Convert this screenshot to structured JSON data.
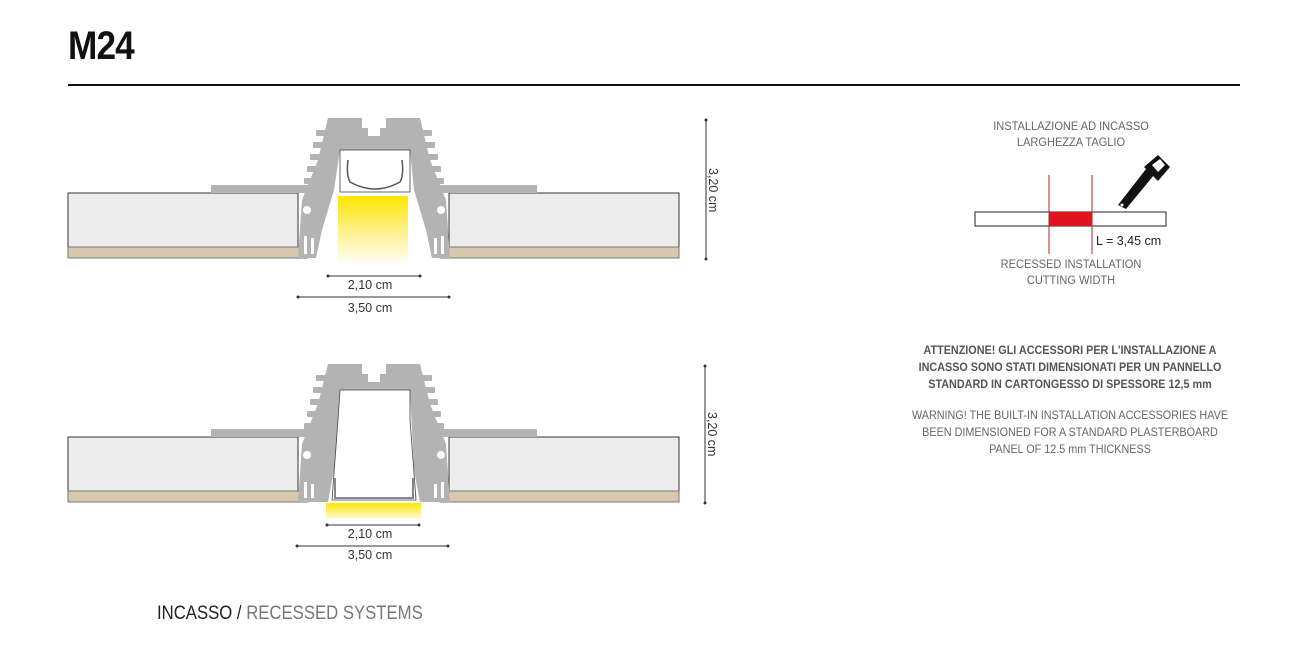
{
  "header": {
    "title": "M24"
  },
  "diagrams": [
    {
      "id": "profile-top",
      "inner_width": "2,10 cm",
      "outer_width": "3,50 cm",
      "height": "3,20 cm"
    },
    {
      "id": "profile-bottom",
      "inner_width": "2,10 cm",
      "outer_width": "3,50 cm",
      "height": "3,20 cm"
    }
  ],
  "cutting": {
    "caption_it_line1": "INSTALLAZIONE AD INCASSO",
    "caption_it_line2": "LARGHEZZA TAGLIO",
    "length_label": "L = 3,45 cm",
    "caption_en_line1": "RECESSED INSTALLATION",
    "caption_en_line2": "CUTTING WIDTH",
    "icon": "saw-icon"
  },
  "warning": {
    "it_line1": "ATTENZIONE! GLI ACCESSORI PER L'INSTALLAZIONE A",
    "it_line2": "INCASSO SONO STATI DIMENSIONATI PER UN PANNELLO",
    "it_line3": "STANDARD IN CARTONGESSO DI SPESSORE 12,5 mm",
    "en_line1": "WARNING! THE BUILT-IN INSTALLATION ACCESSORIES HAVE",
    "en_line2": "BEEN DIMENSIONED FOR A STANDARD PLASTERBOARD",
    "en_line3": "PANEL OF 12.5 mm THICKNESS"
  },
  "footer": {
    "category_it": "INCASSO",
    "separator": " / ",
    "category_en": "RECESSED SYSTEMS"
  },
  "colors": {
    "profile": "#b3b3b3",
    "panel": "#ececec",
    "panel_base": "#d8c8ad",
    "light": "#ffe800",
    "cut_red": "#e0141e",
    "cut_line": "#b0252d"
  }
}
